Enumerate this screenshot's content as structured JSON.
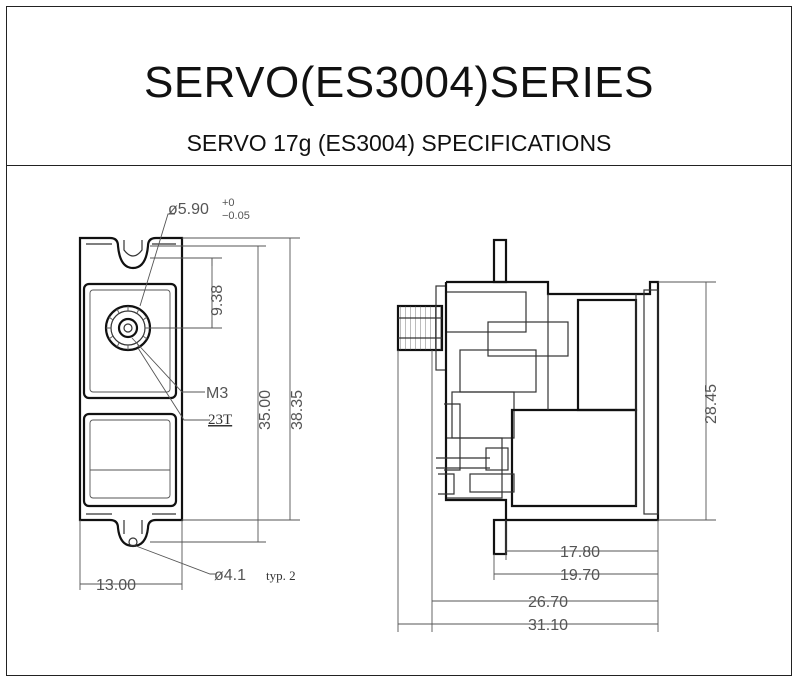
{
  "header": {
    "title": "SERVO(ES3004)SERIES",
    "subtitle": "SERVO 17g (ES3004) SPECIFICATIONS"
  },
  "front_view": {
    "shaft_diameter_main": "ø5.90",
    "shaft_tol_plus": "+0",
    "shaft_tol_minus": "−0.05",
    "dim_9_38": "9.38",
    "dim_35_00": "35.00",
    "dim_38_35": "38.35",
    "screw_label": "M3",
    "spline_label": "23T",
    "width_label": "13.00",
    "hole_label": "ø4.1",
    "hole_note": "typ. 2"
  },
  "side_view": {
    "height_label": "28.45",
    "dim_17_80": "17.80",
    "dim_19_70": "19.70",
    "dim_26_70": "26.70",
    "dim_31_10": "31.10"
  }
}
